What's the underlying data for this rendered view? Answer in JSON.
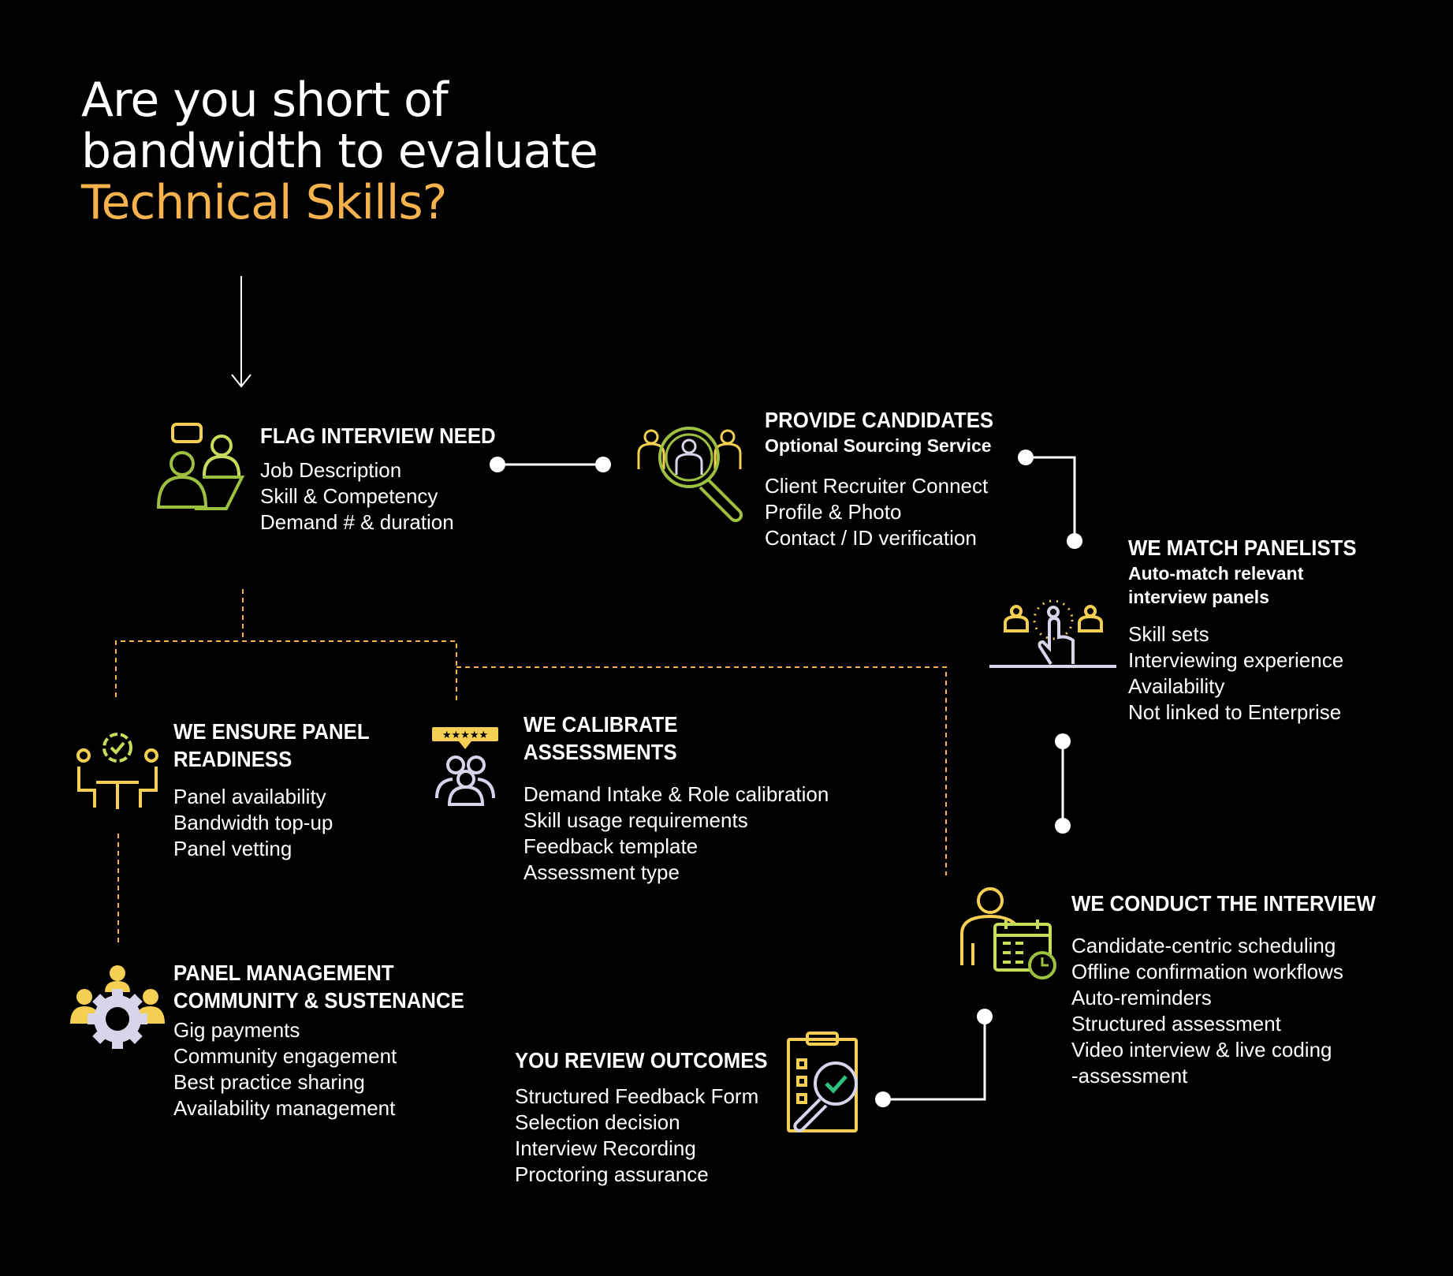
{
  "title": {
    "line1": "Are you short of",
    "line2": "bandwidth to evaluate",
    "accent": "Technical Skills?"
  },
  "colors": {
    "accent": "#f6b24c",
    "green": "#9dc040",
    "yellow": "#f5cf52",
    "lavender": "#d8d4ea"
  },
  "steps": {
    "flag": {
      "heading": "FLAG INTERVIEW NEED",
      "items": [
        "Job Description",
        "Skill & Competency",
        "Demand # & duration"
      ]
    },
    "provide": {
      "heading": "PROVIDE CANDIDATES",
      "subheading": "Optional Sourcing Service",
      "items": [
        "Client Recruiter Connect",
        "Profile & Photo",
        "Contact / ID verification"
      ]
    },
    "match": {
      "heading": "WE MATCH PANELISTS",
      "subheading": [
        "Auto-match relevant",
        "interview panels"
      ],
      "items": [
        "Skill sets",
        "Interviewing experience",
        "Availability",
        "Not linked to Enterprise"
      ]
    },
    "conduct": {
      "heading": "WE CONDUCT THE INTERVIEW",
      "items": [
        "Candidate-centric scheduling",
        "Offline confirmation workflows",
        "Auto-reminders",
        "Structured assessment",
        "Video interview & live coding",
        "-assessment"
      ]
    },
    "review": {
      "heading": "YOU REVIEW OUTCOMES",
      "items": [
        "Structured Feedback Form",
        "Selection decision",
        "Interview Recording",
        "Proctoring assurance"
      ]
    },
    "ensure": {
      "heading": [
        "WE ENSURE PANEL",
        "READINESS"
      ],
      "items": [
        "Panel availability",
        "Bandwidth top-up",
        "Panel vetting"
      ]
    },
    "calibrate": {
      "heading": [
        "WE CALIBRATE",
        "ASSESSMENTS"
      ],
      "items": [
        "Demand Intake & Role calibration",
        "Skill usage requirements",
        "Feedback template",
        "Assessment type"
      ]
    },
    "manage": {
      "heading": [
        "PANEL MANAGEMENT",
        "COMMUNITY & SUSTENANCE"
      ],
      "items": [
        "Gig payments",
        "Community engagement",
        "Best practice sharing",
        "Availability management"
      ]
    }
  }
}
